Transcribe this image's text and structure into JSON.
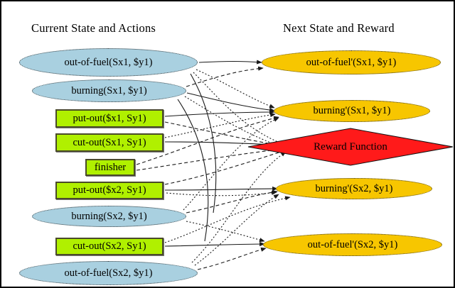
{
  "diagram": {
    "columns": {
      "left_title": "Current State and Actions",
      "right_title": "Next State and Reward"
    },
    "colors": {
      "state_fill": "#a9d0e0",
      "action_fill": "#b0f000",
      "next_state_fill": "#f7c600",
      "reward_fill": "#ff1a1a",
      "edge_stroke": "#1a1a1a",
      "background": "#ffffff"
    },
    "left_nodes": [
      {
        "id": "of1",
        "label": "out-of-fuel(Sx1, $y1)",
        "shape": "ellipse",
        "kind": "state"
      },
      {
        "id": "b1",
        "label": "burning(Sx1, $y1)",
        "shape": "ellipse",
        "kind": "state"
      },
      {
        "id": "po1",
        "label": "put-out($x1, Sy1)",
        "shape": "box",
        "kind": "action"
      },
      {
        "id": "co1",
        "label": "cut-out(Sx1, Sy1)",
        "shape": "box",
        "kind": "action"
      },
      {
        "id": "fin",
        "label": "finisher",
        "shape": "box",
        "kind": "action"
      },
      {
        "id": "po2",
        "label": "put-out($x2, Sy1)",
        "shape": "box",
        "kind": "action"
      },
      {
        "id": "b2",
        "label": "burning(Sx2, $y1)",
        "shape": "ellipse",
        "kind": "state"
      },
      {
        "id": "co2",
        "label": "cut-out(Sx2, Sy1)",
        "shape": "box",
        "kind": "action"
      },
      {
        "id": "of2",
        "label": "out-of-fuel(Sx2, $y1)",
        "shape": "ellipse",
        "kind": "state"
      }
    ],
    "right_nodes": [
      {
        "id": "nof1",
        "label": "out-of-fuel'(Sx1, $y1)",
        "shape": "ellipse",
        "kind": "next-state"
      },
      {
        "id": "nb1",
        "label": "burning'(Sx1, $y1)",
        "shape": "ellipse",
        "kind": "next-state"
      },
      {
        "id": "rf",
        "label": "Reward Function",
        "shape": "diamond",
        "kind": "reward"
      },
      {
        "id": "nb2",
        "label": "burning'(Sx2, $y1)",
        "shape": "ellipse",
        "kind": "next-state"
      },
      {
        "id": "nof2",
        "label": "out-of-fuel'(Sx2, $y1)",
        "shape": "ellipse",
        "kind": "next-state"
      }
    ]
  }
}
